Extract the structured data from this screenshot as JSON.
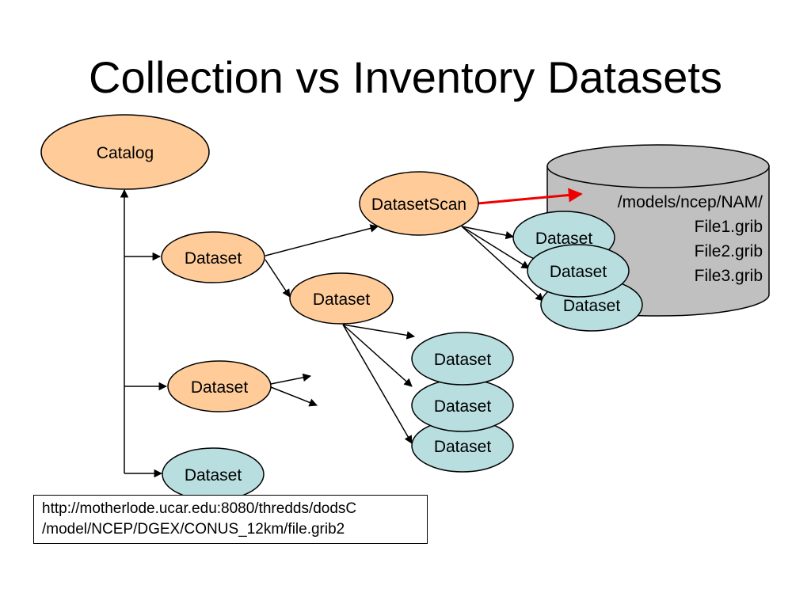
{
  "title": "Collection vs Inventory Datasets",
  "colors": {
    "collection_fill": "#FFCC99",
    "inventory_fill": "#B8DEE0",
    "storage_fill": "#C0C0C0",
    "edge": "#000000",
    "scan_link": "#EE0000"
  },
  "nodes": {
    "catalog": "Catalog",
    "dataset_scan": "DatasetScan",
    "dataset_a": "Dataset",
    "dataset_b": "Dataset",
    "dataset_c": "Dataset",
    "dataset_d": "Dataset",
    "inv_1": "Dataset",
    "inv_2": "Dataset",
    "inv_3": "Dataset",
    "inv_4": "Dataset",
    "inv_5": "Dataset",
    "inv_6": "Dataset"
  },
  "storage": {
    "path": "/models/ncep/NAM/",
    "files": [
      "File1.grib",
      "File2.grib",
      "File3.grib"
    ]
  },
  "url": {
    "line1": "http://motherlode.ucar.edu:8080/thredds/dodsC",
    "line2": "/model/NCEP/DGEX/CONUS_12km/file.grib2"
  }
}
